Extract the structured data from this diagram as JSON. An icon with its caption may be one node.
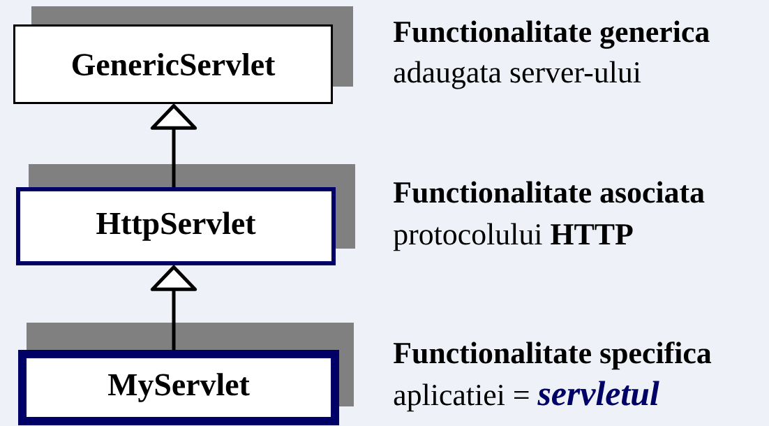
{
  "diagram": {
    "nodes": [
      {
        "text": [
          "GenericServlet"
        ],
        "beside": [
          "Functionalitate generica",
          "adaugata server-ului"
        ]
      },
      {
        "text": [
          "HttpServlet"
        ],
        "beside": [
          "Functionalitate asociata",
          "protocolului **HTTP**"
        ]
      },
      {
        "text": [
          "MyServlet"
        ],
        "beside": [
          "Functionalitate specifica",
          "aplicatiei =",
          "servletul"
        ]
      }
    ],
    "edges": [
      {
        "from": 1,
        "to": 0,
        "arrow": "to"
      },
      {
        "from": 2,
        "to": 1,
        "arrow": "to"
      }
    ]
  }
}
